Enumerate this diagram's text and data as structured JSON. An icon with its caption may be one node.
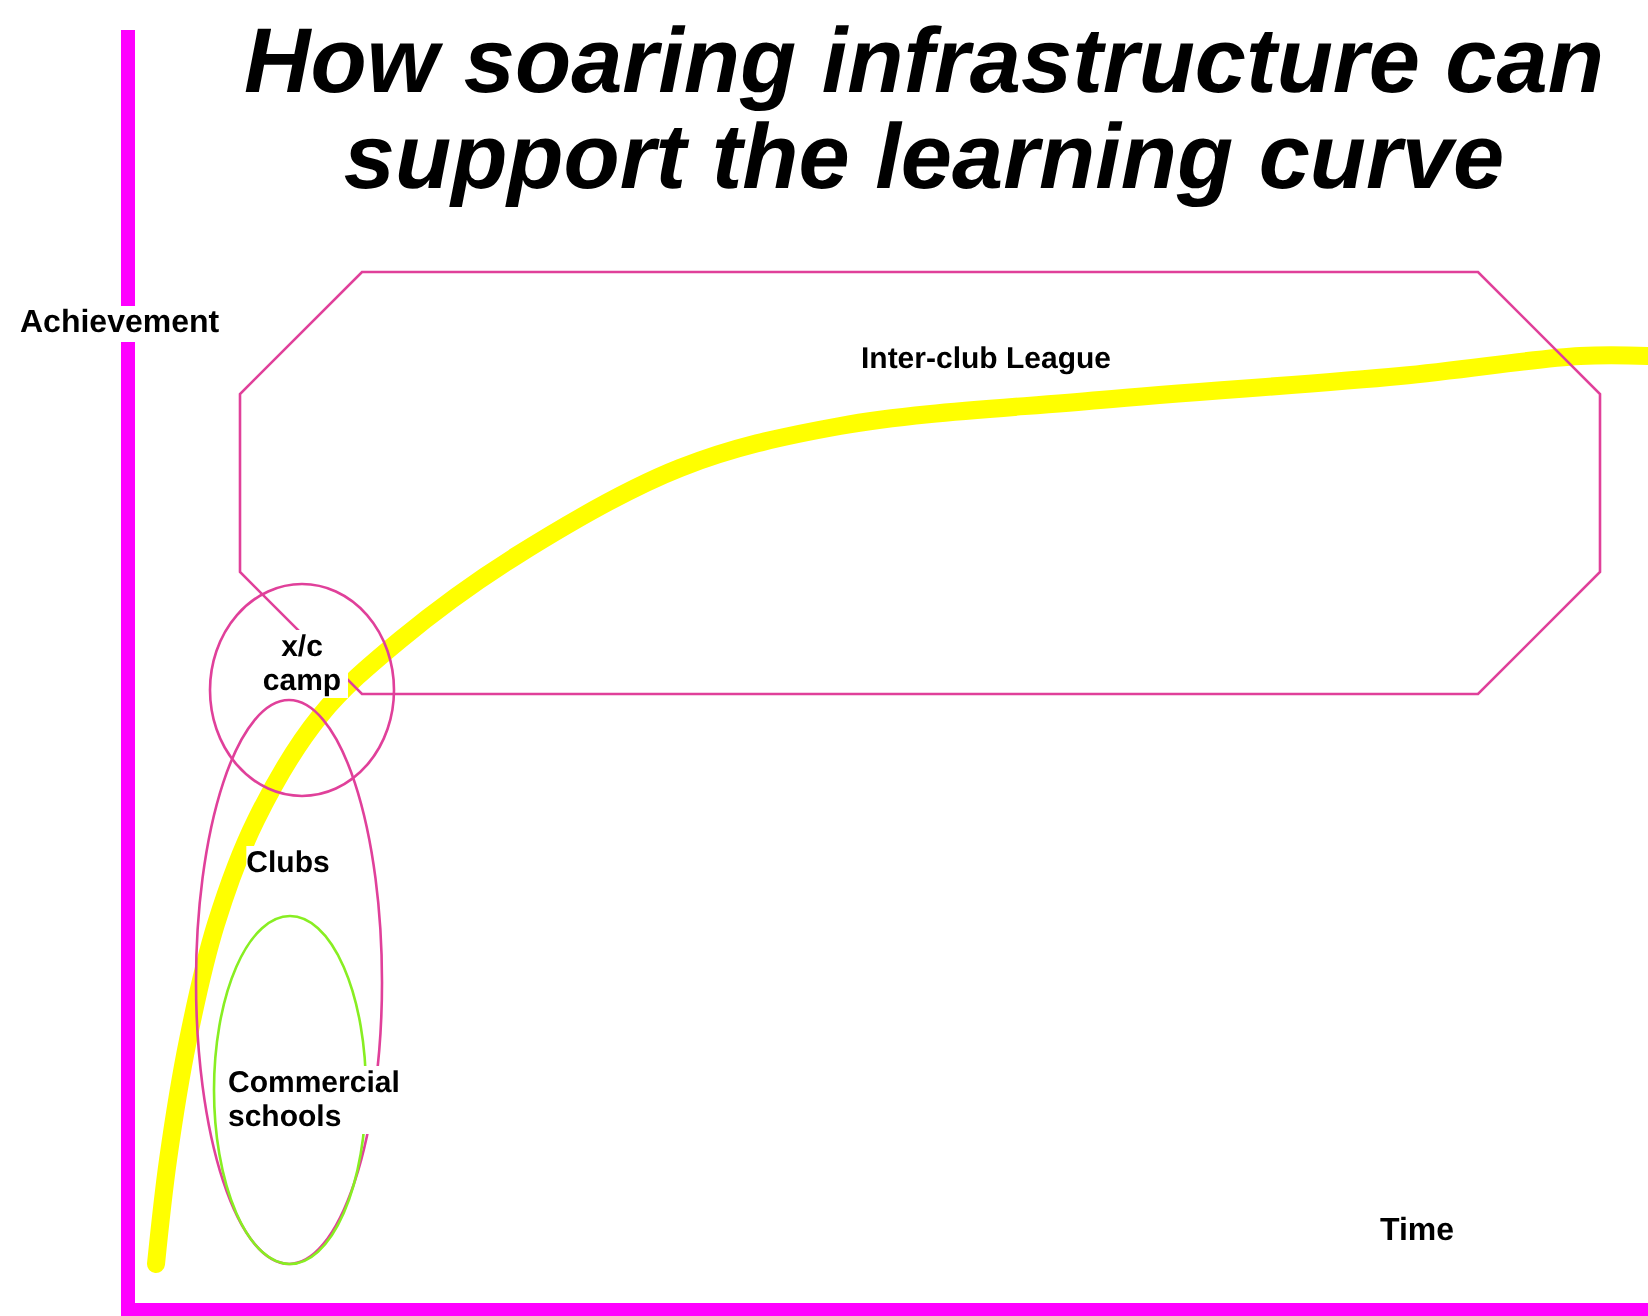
{
  "diagram": {
    "title": "How soaring infrastructure can support the learning curve",
    "nodes": [
      {
        "text": [
          "Inter-club League"
        ]
      },
      {
        "text": [
          "x/c camp"
        ]
      },
      {
        "text": [
          "Clubs"
        ]
      },
      {
        "text": [
          "Commercial schools"
        ],
        "in": 2
      }
    ],
    "labels": [
      "Achievement",
      "Time"
    ]
  }
}
